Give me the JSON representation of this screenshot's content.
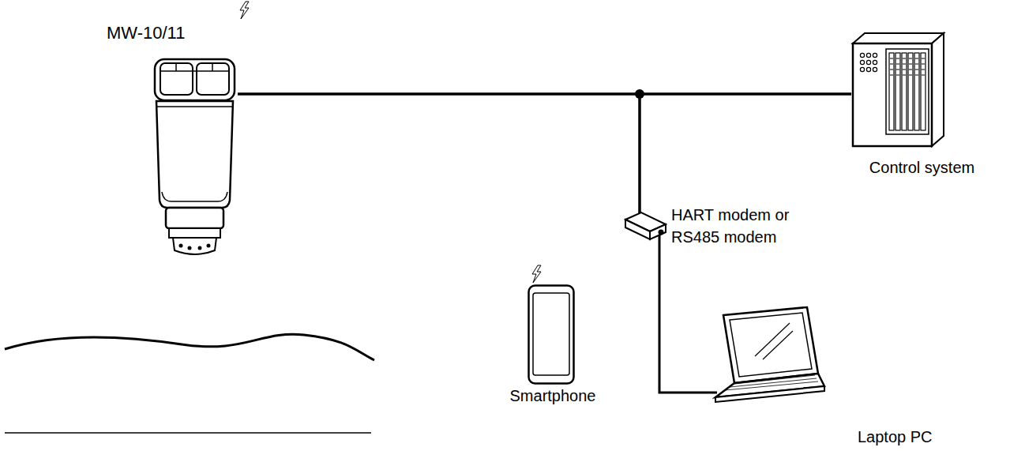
{
  "diagram": {
    "nodes": [
      {
        "text": [
          "MW-10/11"
        ]
      },
      {
        "text": [
          "Control system"
        ]
      },
      {
        "text": [
          "HART modem or RS485 modem"
        ]
      },
      {
        "text": [
          "Smartphone"
        ]
      },
      {
        "text": [
          "Laptop PC"
        ]
      }
    ],
    "edges": [
      {
        "from": 0,
        "to": 1,
        "arrow": "none"
      },
      {
        "from": 0,
        "to": 2,
        "arrow": "none"
      },
      {
        "from": 1,
        "to": 2,
        "arrow": "none"
      },
      {
        "from": 2,
        "to": 4,
        "arrow": "none"
      }
    ]
  }
}
